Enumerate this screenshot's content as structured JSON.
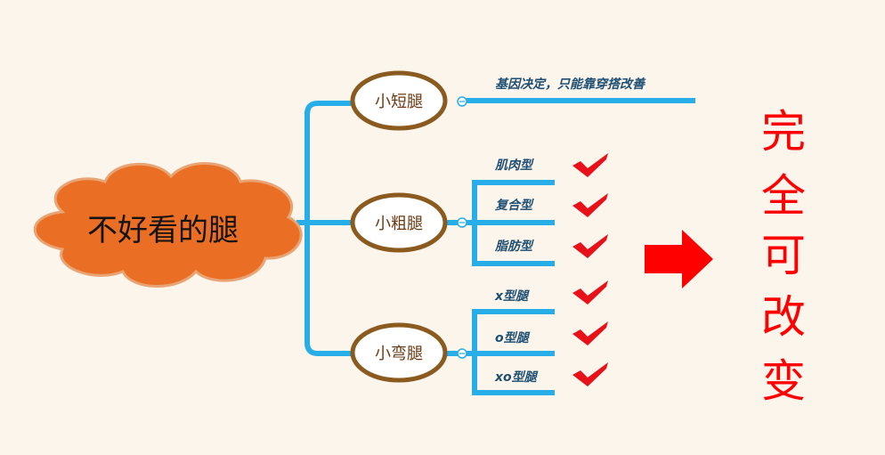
{
  "root": {
    "label": "不好看的腿"
  },
  "branches": [
    {
      "label": "小短腿",
      "leaves": [
        "基因决定，只能靠穿搭改善"
      ]
    },
    {
      "label": "小粗腿",
      "leaves": [
        "肌肉型",
        "复合型",
        "脂肪型"
      ]
    },
    {
      "label": "小弯腿",
      "leaves": [
        "x型腿",
        "o型腿",
        "xo型腿"
      ]
    }
  ],
  "conclusion": {
    "chars": [
      "完",
      "全",
      "可",
      "改",
      "变"
    ]
  },
  "colors": {
    "connector": "#27aee8",
    "root_fill": "#ea6e23",
    "branch_border": "#8b5a1f",
    "check": "#e8111a",
    "arrow": "#ff0000",
    "conclusion": "#ff0000"
  }
}
